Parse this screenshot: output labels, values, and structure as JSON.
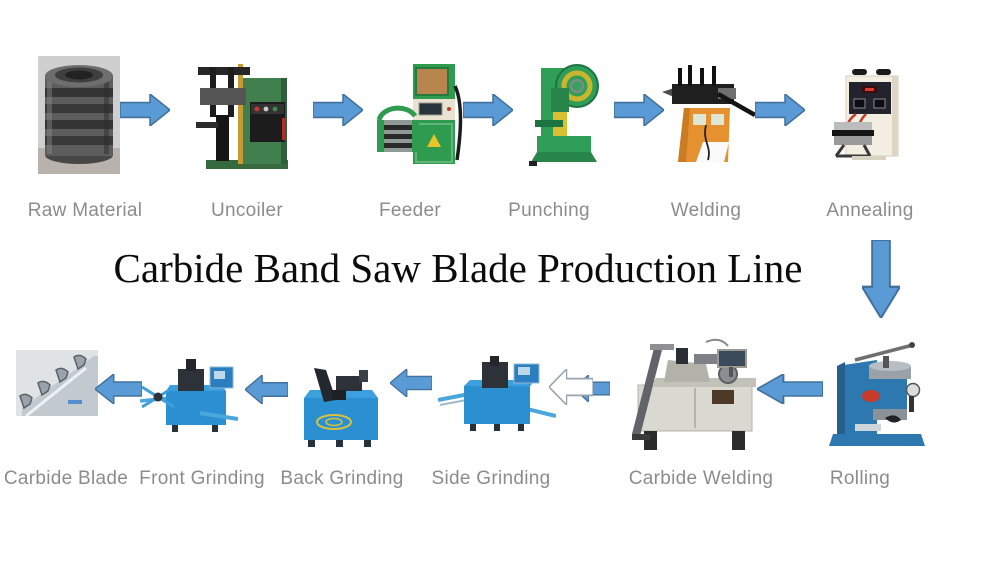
{
  "title": "Carbide Band Saw Blade Production Line",
  "colors": {
    "arrow_fill": "#5B9BD5",
    "arrow_border": "#41719C",
    "outline_arrow_fill": "#FFFFFF",
    "outline_arrow_border": "#98A4AE",
    "label_text": "#8C8C8C",
    "title_text": "#0B0B0B"
  },
  "top_row": {
    "stages": [
      {
        "label": "Raw Material"
      },
      {
        "label": "Uncoiler"
      },
      {
        "label": "Feeder"
      },
      {
        "label": "Punching"
      },
      {
        "label": "Welding"
      },
      {
        "label": "Annealing"
      }
    ]
  },
  "bottom_row": {
    "stages": [
      {
        "label": "Carbide Blade"
      },
      {
        "label": "Front Grinding"
      },
      {
        "label": "Back Grinding"
      },
      {
        "label": "Side Grinding"
      },
      {
        "label": "Carbide Welding"
      },
      {
        "label": "Rolling"
      }
    ]
  }
}
